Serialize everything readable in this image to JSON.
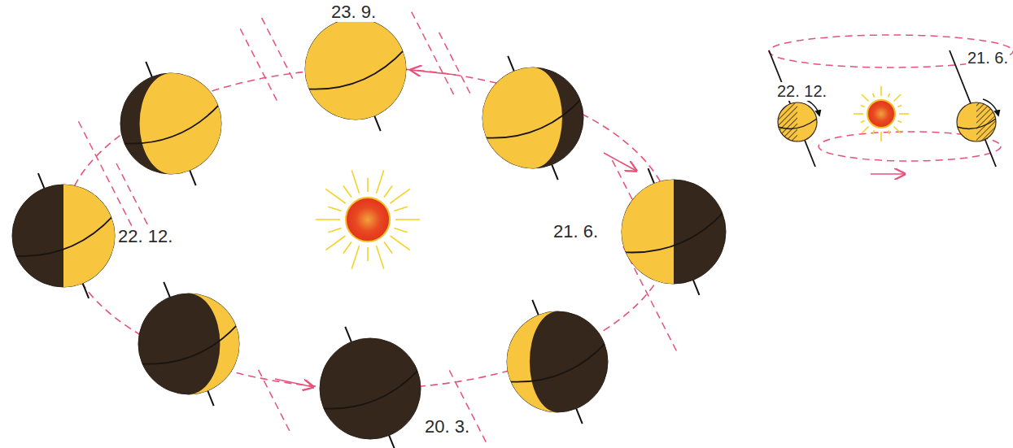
{
  "diagram": {
    "labels": [
      "23. 9.",
      "22. 12.",
      "21. 6.",
      "20. 3.",
      "22. 12.",
      "21. 6."
    ]
  }
}
